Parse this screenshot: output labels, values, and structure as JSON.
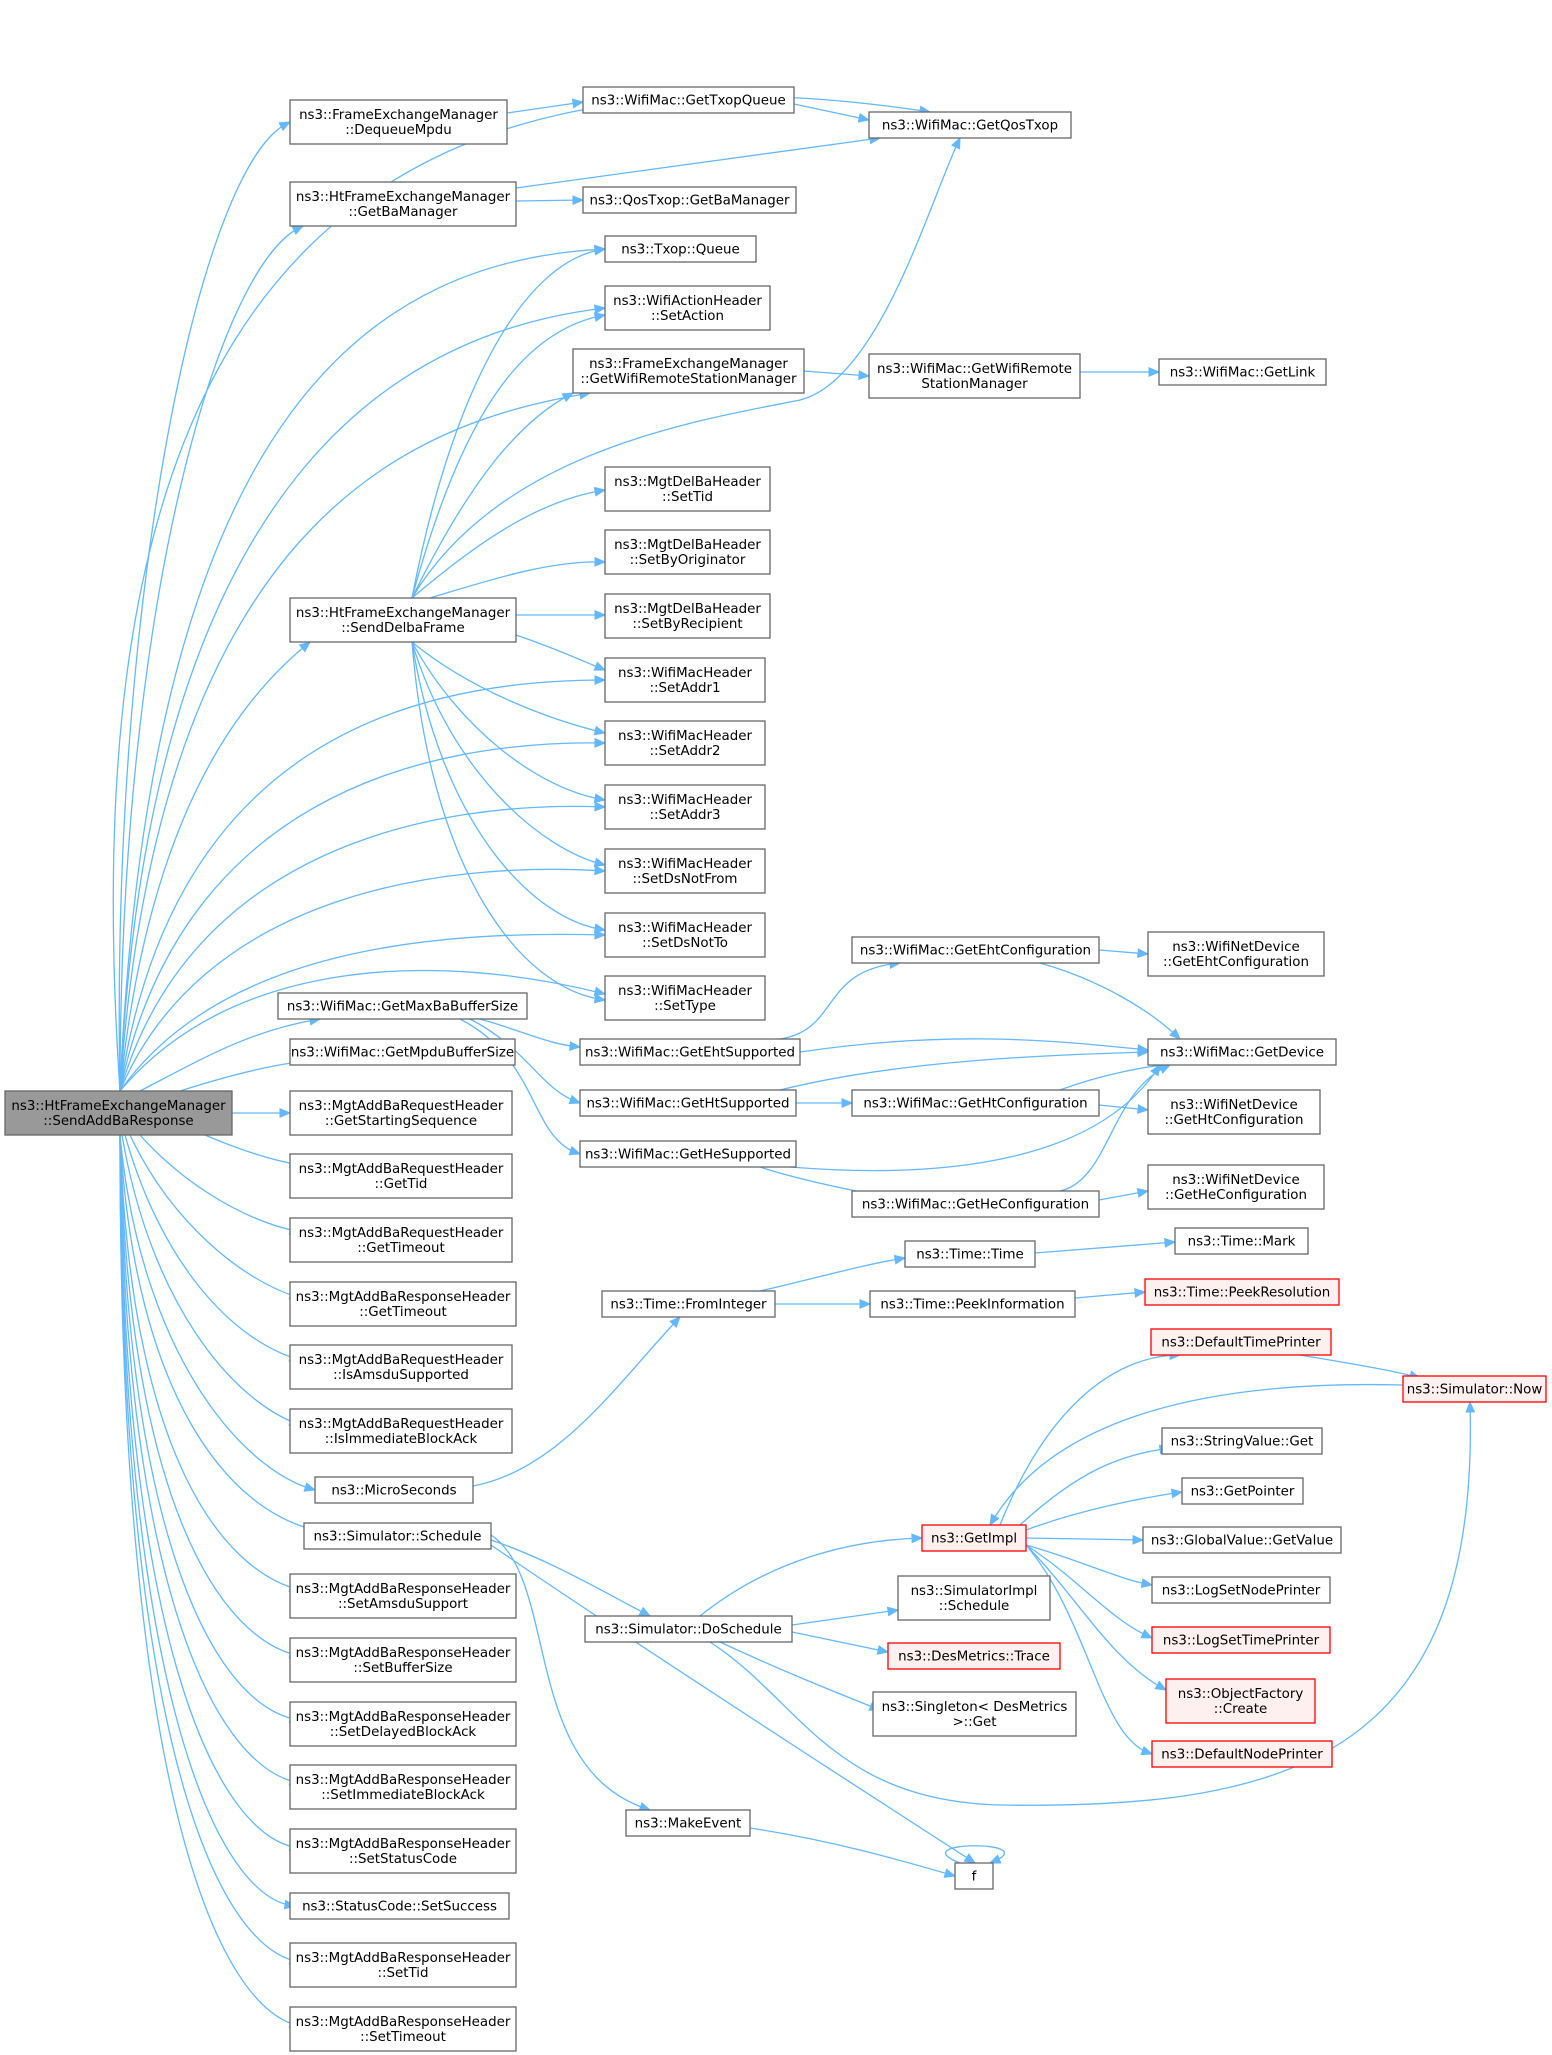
{
  "diagram": {
    "colors": {
      "edge": "#63b8ff",
      "node_fill": "#ffffff",
      "node_stroke": "#666666",
      "root_fill": "#999999",
      "root_stroke": "#666666",
      "truncated_fill": "#fff0f0",
      "truncated_stroke": "#ff0000"
    },
    "nodes": [
      {
        "id": "root",
        "lines": [
          "ns3::HtFrameExchangeManager",
          "::SendAddBaResponse"
        ],
        "kind": "root"
      },
      {
        "id": "dequeue",
        "lines": [
          "ns3::FrameExchangeManager",
          "::DequeueMpdu"
        ],
        "kind": "normal"
      },
      {
        "id": "gettxopq",
        "lines": [
          "ns3::WifiMac::GetTxopQueue"
        ],
        "kind": "normal"
      },
      {
        "id": "getqostxop",
        "lines": [
          "ns3::WifiMac::GetQosTxop"
        ],
        "kind": "normal"
      },
      {
        "id": "getbamgr",
        "lines": [
          "ns3::HtFrameExchangeManager",
          "::GetBaManager"
        ],
        "kind": "normal"
      },
      {
        "id": "qosgetbamgr",
        "lines": [
          "ns3::QosTxop::GetBaManager"
        ],
        "kind": "normal"
      },
      {
        "id": "txopqueue",
        "lines": [
          "ns3::Txop::Queue"
        ],
        "kind": "normal"
      },
      {
        "id": "setaction",
        "lines": [
          "ns3::WifiActionHeader",
          "::SetAction"
        ],
        "kind": "normal"
      },
      {
        "id": "fgetwrsm",
        "lines": [
          "ns3::FrameExchangeManager",
          "::GetWifiRemoteStationManager"
        ],
        "kind": "normal"
      },
      {
        "id": "mgetwrsm",
        "lines": [
          "ns3::WifiMac::GetWifiRemote",
          "StationManager"
        ],
        "kind": "normal"
      },
      {
        "id": "getlink",
        "lines": [
          "ns3::WifiMac::GetLink"
        ],
        "kind": "normal"
      },
      {
        "id": "delsettid",
        "lines": [
          "ns3::MgtDelBaHeader",
          "::SetTid"
        ],
        "kind": "normal"
      },
      {
        "id": "delsetorig",
        "lines": [
          "ns3::MgtDelBaHeader",
          "::SetByOriginator"
        ],
        "kind": "normal"
      },
      {
        "id": "delsetrecip",
        "lines": [
          "ns3::MgtDelBaHeader",
          "::SetByRecipient"
        ],
        "kind": "normal"
      },
      {
        "id": "senddelba",
        "lines": [
          "ns3::HtFrameExchangeManager",
          "::SendDelbaFrame"
        ],
        "kind": "normal"
      },
      {
        "id": "setaddr1",
        "lines": [
          "ns3::WifiMacHeader",
          "::SetAddr1"
        ],
        "kind": "normal"
      },
      {
        "id": "setaddr2",
        "lines": [
          "ns3::WifiMacHeader",
          "::SetAddr2"
        ],
        "kind": "normal"
      },
      {
        "id": "setaddr3",
        "lines": [
          "ns3::WifiMacHeader",
          "::SetAddr3"
        ],
        "kind": "normal"
      },
      {
        "id": "setdsnotfrom",
        "lines": [
          "ns3::WifiMacHeader",
          "::SetDsNotFrom"
        ],
        "kind": "normal"
      },
      {
        "id": "setdsnotto",
        "lines": [
          "ns3::WifiMacHeader",
          "::SetDsNotTo"
        ],
        "kind": "normal"
      },
      {
        "id": "settype",
        "lines": [
          "ns3::WifiMacHeader",
          "::SetType"
        ],
        "kind": "normal"
      },
      {
        "id": "getehtconfig",
        "lines": [
          "ns3::WifiMac::GetEhtConfiguration"
        ],
        "kind": "normal"
      },
      {
        "id": "ndevgeteht",
        "lines": [
          "ns3::WifiNetDevice",
          "::GetEhtConfiguration"
        ],
        "kind": "normal"
      },
      {
        "id": "getmaxba",
        "lines": [
          "ns3::WifiMac::GetMaxBaBufferSize"
        ],
        "kind": "normal"
      },
      {
        "id": "getehtsup",
        "lines": [
          "ns3::WifiMac::GetEhtSupported"
        ],
        "kind": "normal"
      },
      {
        "id": "getdevice",
        "lines": [
          "ns3::WifiMac::GetDevice"
        ],
        "kind": "normal"
      },
      {
        "id": "getmpdubuf",
        "lines": [
          "ns3::WifiMac::GetMpduBufferSize"
        ],
        "kind": "normal"
      },
      {
        "id": "gethtsup",
        "lines": [
          "ns3::WifiMac::GetHtSupported"
        ],
        "kind": "normal"
      },
      {
        "id": "gethtconfig",
        "lines": [
          "ns3::WifiMac::GetHtConfiguration"
        ],
        "kind": "normal"
      },
      {
        "id": "ndevgetht",
        "lines": [
          "ns3::WifiNetDevice",
          "::GetHtConfiguration"
        ],
        "kind": "normal"
      },
      {
        "id": "reqgetstart",
        "lines": [
          "ns3::MgtAddBaRequestHeader",
          "::GetStartingSequence"
        ],
        "kind": "normal"
      },
      {
        "id": "gethesup",
        "lines": [
          "ns3::WifiMac::GetHeSupported"
        ],
        "kind": "normal"
      },
      {
        "id": "reqgettid",
        "lines": [
          "ns3::MgtAddBaRequestHeader",
          "::GetTid"
        ],
        "kind": "normal"
      },
      {
        "id": "gethecfg",
        "lines": [
          "ns3::WifiMac::GetHeConfiguration"
        ],
        "kind": "normal"
      },
      {
        "id": "ndevgethe",
        "lines": [
          "ns3::WifiNetDevice",
          "::GetHeConfiguration"
        ],
        "kind": "normal"
      },
      {
        "id": "reqgettimeout",
        "lines": [
          "ns3::MgtAddBaRequestHeader",
          "::GetTimeout"
        ],
        "kind": "normal"
      },
      {
        "id": "timetime",
        "lines": [
          "ns3::Time::Time"
        ],
        "kind": "normal"
      },
      {
        "id": "timemark",
        "lines": [
          "ns3::Time::Mark"
        ],
        "kind": "normal"
      },
      {
        "id": "respgettimeout",
        "lines": [
          "ns3::MgtAddBaResponseHeader",
          "::GetTimeout"
        ],
        "kind": "normal"
      },
      {
        "id": "frominteger",
        "lines": [
          "ns3::Time::FromInteger"
        ],
        "kind": "normal"
      },
      {
        "id": "peekinfo",
        "lines": [
          "ns3::Time::PeekInformation"
        ],
        "kind": "normal"
      },
      {
        "id": "peekres",
        "lines": [
          "ns3::Time::PeekResolution"
        ],
        "kind": "truncated"
      },
      {
        "id": "deftimeprinter",
        "lines": [
          "ns3::DefaultTimePrinter"
        ],
        "kind": "truncated"
      },
      {
        "id": "reqisamsdu",
        "lines": [
          "ns3::MgtAddBaRequestHeader",
          "::IsAmsduSupported"
        ],
        "kind": "normal"
      },
      {
        "id": "simnow",
        "lines": [
          "ns3::Simulator::Now"
        ],
        "kind": "truncated"
      },
      {
        "id": "reqisimm",
        "lines": [
          "ns3::MgtAddBaRequestHeader",
          "::IsImmediateBlockAck"
        ],
        "kind": "normal"
      },
      {
        "id": "strget",
        "lines": [
          "ns3::StringValue::Get"
        ],
        "kind": "normal"
      },
      {
        "id": "microseconds",
        "lines": [
          "ns3::MicroSeconds"
        ],
        "kind": "normal"
      },
      {
        "id": "getpointer",
        "lines": [
          "ns3::GetPointer"
        ],
        "kind": "normal"
      },
      {
        "id": "simschedule",
        "lines": [
          "ns3::Simulator::Schedule"
        ],
        "kind": "normal"
      },
      {
        "id": "getimpl",
        "lines": [
          "ns3::GetImpl"
        ],
        "kind": "truncated"
      },
      {
        "id": "globalgetvalue",
        "lines": [
          "ns3::GlobalValue::GetValue"
        ],
        "kind": "normal"
      },
      {
        "id": "respsetamsdu",
        "lines": [
          "ns3::MgtAddBaResponseHeader",
          "::SetAmsduSupport"
        ],
        "kind": "normal"
      },
      {
        "id": "simimplsched",
        "lines": [
          "ns3::SimulatorImpl",
          "::Schedule"
        ],
        "kind": "normal"
      },
      {
        "id": "logsetnode",
        "lines": [
          "ns3::LogSetNodePrinter"
        ],
        "kind": "normal"
      },
      {
        "id": "simdoschedule",
        "lines": [
          "ns3::Simulator::DoSchedule"
        ],
        "kind": "normal"
      },
      {
        "id": "logsettime",
        "lines": [
          "ns3::LogSetTimePrinter"
        ],
        "kind": "truncated"
      },
      {
        "id": "respsetbuf",
        "lines": [
          "ns3::MgtAddBaResponseHeader",
          "::SetBufferSize"
        ],
        "kind": "normal"
      },
      {
        "id": "desmetrics",
        "lines": [
          "ns3::DesMetrics::Trace"
        ],
        "kind": "truncated"
      },
      {
        "id": "objfactory",
        "lines": [
          "ns3::ObjectFactory",
          "::Create"
        ],
        "kind": "truncated"
      },
      {
        "id": "respsetdelayed",
        "lines": [
          "ns3::MgtAddBaResponseHeader",
          "::SetDelayedBlockAck"
        ],
        "kind": "normal"
      },
      {
        "id": "singleton",
        "lines": [
          "ns3::Singleton< DesMetrics",
          ">::Get"
        ],
        "kind": "normal"
      },
      {
        "id": "defnodeprinter",
        "lines": [
          "ns3::DefaultNodePrinter"
        ],
        "kind": "truncated"
      },
      {
        "id": "respsetimm",
        "lines": [
          "ns3::MgtAddBaResponseHeader",
          "::SetImmediateBlockAck"
        ],
        "kind": "normal"
      },
      {
        "id": "makeevent",
        "lines": [
          "ns3::MakeEvent"
        ],
        "kind": "normal"
      },
      {
        "id": "respsetstatus",
        "lines": [
          "ns3::MgtAddBaResponseHeader",
          "::SetStatusCode"
        ],
        "kind": "normal"
      },
      {
        "id": "ffunc",
        "lines": [
          "f"
        ],
        "kind": "normal"
      },
      {
        "id": "statussuccess",
        "lines": [
          "ns3::StatusCode::SetSuccess"
        ],
        "kind": "normal"
      },
      {
        "id": "respsettid",
        "lines": [
          "ns3::MgtAddBaResponseHeader",
          "::SetTid"
        ],
        "kind": "normal"
      },
      {
        "id": "respsettimeout",
        "lines": [
          "ns3::MgtAddBaResponseHeader",
          "::SetTimeout"
        ],
        "kind": "normal"
      }
    ]
  }
}
